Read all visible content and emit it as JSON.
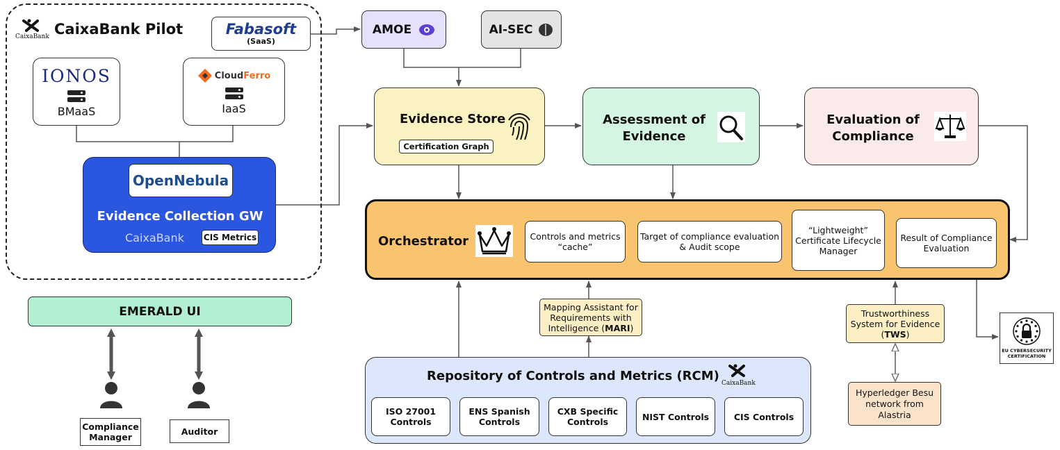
{
  "pilot": {
    "title": "CaixaBank Pilot",
    "logo_caption": "CaixaBank",
    "fabasoft": "Fabasoft",
    "fabasoft_note": "(SaaS)",
    "ionos": "IONOS",
    "ionos_service": "BMaaS",
    "cloudferro_a": "Cloud",
    "cloudferro_b": "Ferro",
    "cloudferro_service": "IaaS",
    "opennebula": "OpenNebula",
    "gw_title": "Evidence Collection GW",
    "gw_sub": "CaixaBank",
    "cis_metrics": "CIS Metrics"
  },
  "top": {
    "amoe": "AMOE",
    "aisec": "AI-SEC"
  },
  "evidence_store": {
    "title": "Evidence Store",
    "sub": "Certification Graph"
  },
  "assessment": {
    "title_l1": "Assessment of",
    "title_l2": "Evidence"
  },
  "evaluation": {
    "title_l1": "Evaluation of",
    "title_l2": "Compliance"
  },
  "orchestrator": {
    "title": "Orchestrator",
    "items": [
      {
        "l1": "Controls and metrics",
        "l2": "“cache”",
        "l3": ""
      },
      {
        "l1": "Target of compliance evaluation",
        "l2": "& Audit scope",
        "l3": ""
      },
      {
        "l1": "“Lightweight”",
        "l2": "Certificate Lifecycle",
        "l3": "Manager"
      },
      {
        "l1": "Result of Compliance",
        "l2": "Evaluation",
        "l3": ""
      }
    ]
  },
  "mari": {
    "l1": "Mapping Assistant for",
    "l2": "Requirements with",
    "l3_pre": "Intelligence (",
    "l3_bold": "MARI",
    "l3_post": ")"
  },
  "tws": {
    "l1": "Trustworthiness",
    "l2": "System for Evidence",
    "l3_pre": "(",
    "l3_bold": "TWS",
    "l3_post": ")"
  },
  "besu": {
    "l1": "Hyperledger Besu",
    "l2": "network from",
    "l3": "Alastria"
  },
  "rcm": {
    "title": "Repository of Controls and Metrics (RCM)",
    "logo_caption": "CaixaBank",
    "controls": [
      {
        "l1": "ISO 27001",
        "l2": "Controls"
      },
      {
        "l1": "ENS Spanish",
        "l2": "Controls"
      },
      {
        "l1": "CXB Specific",
        "l2": "Controls"
      },
      {
        "l1": "NIST Controls",
        "l2": ""
      },
      {
        "l1": "CIS Controls",
        "l2": ""
      }
    ]
  },
  "ui": {
    "title": "EMERALD UI"
  },
  "users": [
    {
      "l1": "Compliance",
      "l2": "Manager"
    },
    {
      "l1": "Auditor",
      "l2": ""
    }
  ],
  "eu_cert": {
    "l1": "EU CYBERSECURITY",
    "l2": "CERTIFICATION"
  },
  "colors": {
    "amoe": "#e6e0fb",
    "aisec": "#e4e4e4",
    "evidence_store": "#fbf2c2",
    "assessment": "#d3f5e2",
    "evaluation": "#fbeaea",
    "orchestrator": "#f8c46f",
    "gw": "#2b57e0",
    "rcm": "#dde7fb",
    "ui": "#b3efd1",
    "mari": "#fcefc4",
    "besu": "#fbe3cb"
  }
}
